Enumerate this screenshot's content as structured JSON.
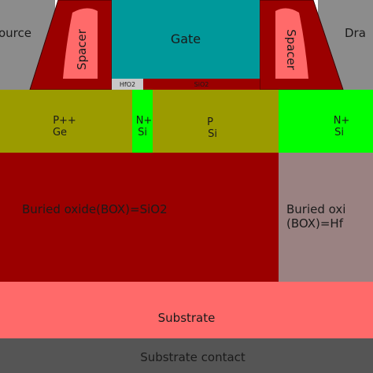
{
  "diagram": {
    "regions": {
      "source": "ource",
      "gate": "Gate",
      "drain": "Dra",
      "spacer_left": "Spacer",
      "spacer_right": "Spacer",
      "hfo2_layer": "HfO2",
      "sio2_layer": "SiO2",
      "p_ge_line1": "P++",
      "p_ge_line2": "Ge",
      "n_si_left_line1": "N+",
      "n_si_left_line2": "Si",
      "p_si_line1": "P",
      "p_si_line2": "Si",
      "n_si_right_line1": "N+",
      "n_si_right_line2": "Si",
      "box_sio2": "Buried oxide(BOX)=SiO2",
      "box_hfo2_line1": "Buried oxi",
      "box_hfo2_line2": "(BOX)=Hf",
      "substrate": "Substrate",
      "substrate_contact": "Substrate contact"
    },
    "colors": {
      "source_drain_gray": "#8c8c8c",
      "dark_red": "#9b0000",
      "gate_teal": "#00999b",
      "spacer_pink": "#ff6a6a",
      "hfo2_gray": "#c8c8c8",
      "olive": "#9b9b00",
      "bright_green": "#00ff00",
      "box_gray": "#9a8282",
      "substrate_pink": "#ff6a6a",
      "contact_gray": "#555555"
    }
  }
}
